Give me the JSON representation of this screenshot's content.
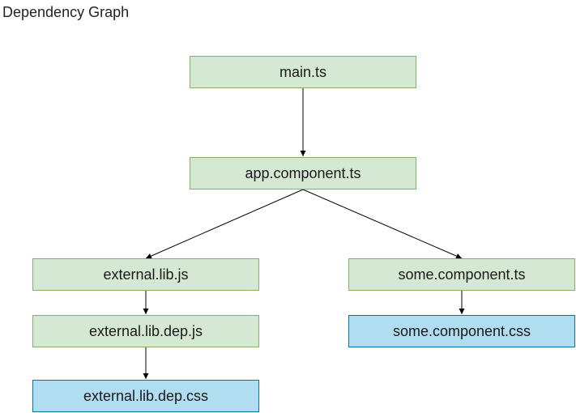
{
  "title": "Dependency Graph",
  "nodes": {
    "main": {
      "label": "main.ts",
      "kind": "ts"
    },
    "app": {
      "label": "app.component.ts",
      "kind": "ts"
    },
    "external_lib": {
      "label": "external.lib.js",
      "kind": "ts"
    },
    "external_lib_dep": {
      "label": "external.lib.dep.js",
      "kind": "ts"
    },
    "external_lib_dep_css": {
      "label": "external.lib.dep.css",
      "kind": "css"
    },
    "some_component": {
      "label": "some.component.ts",
      "kind": "ts"
    },
    "some_component_css": {
      "label": "some.component.css",
      "kind": "css"
    }
  },
  "edges": [
    {
      "from": "main.ts",
      "to": "app.component.ts"
    },
    {
      "from": "app.component.ts",
      "to": "external.lib.js"
    },
    {
      "from": "app.component.ts",
      "to": "some.component.ts"
    },
    {
      "from": "external.lib.js",
      "to": "external.lib.dep.js"
    },
    {
      "from": "external.lib.dep.js",
      "to": "external.lib.dep.css"
    },
    {
      "from": "some.component.ts",
      "to": "some.component.css"
    }
  ],
  "colors": {
    "ts_fill": "#d5e8d4",
    "ts_stroke": "#82b366",
    "css_fill": "#b1ddf0",
    "css_stroke": "#10739e",
    "edge": "#000000"
  }
}
